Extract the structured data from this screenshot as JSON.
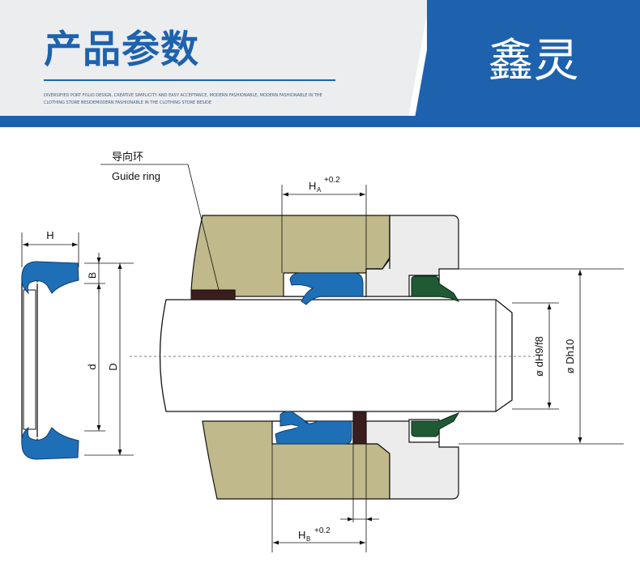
{
  "header": {
    "title": "产品参数",
    "subtitle": "DIVERSIFIED PORT FOLIO DESIGN, CREATIVE SIMPLICITY AND EASY ACCEPTANCE, MODERN FASHIONABLE, MODERN FASHIONABLE IN THE CLOTHING STORE BESIDEMODERN FASHIONABLE IN THE CLOTHING STORE BESIDE",
    "brand": "鑫灵"
  },
  "diagram": {
    "guide_ring_cn": "导向环",
    "guide_ring_en": "Guide ring",
    "label_H": "H",
    "label_B": "B",
    "label_d": "d",
    "label_D": "D",
    "label_HA": "H",
    "label_HA_sub": "A",
    "label_HA_tol": "+0.2",
    "label_HB": "H",
    "label_HB_sub": "B",
    "label_HB_tol": "+0.2",
    "label_dH9": "ø dH9/f8",
    "label_Dh10": "ø Dh10"
  },
  "colors": {
    "brand_blue": "#1e62ae",
    "header_bg": "#ecedef",
    "housing_khaki": "#bfb98b",
    "seal_blue": "#1f6fb7",
    "wiper_green": "#1f5a34",
    "guide_ring": "#3a1d1d"
  }
}
